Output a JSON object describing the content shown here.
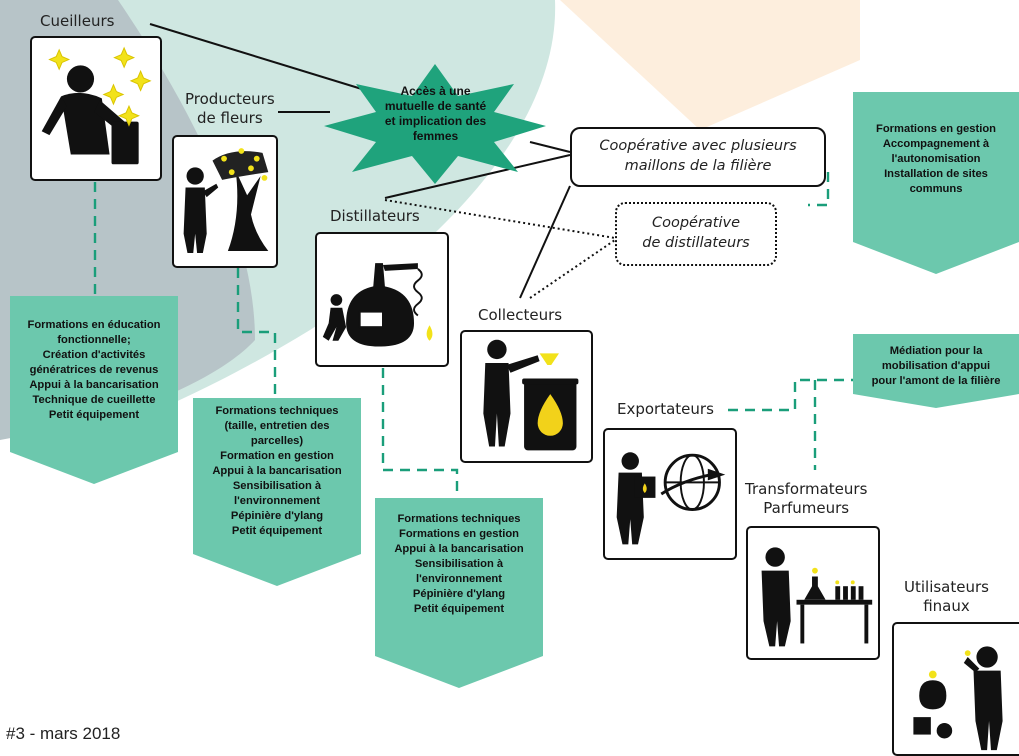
{
  "actors": {
    "cueilleurs": "Cueilleurs",
    "producteurs": [
      "Producteurs",
      "de fleurs"
    ],
    "distillateurs": "Distillateurs",
    "collecteurs": "Collecteurs",
    "exportateurs": "Exportateurs",
    "transformateurs": [
      "Transformateurs",
      "Parfumeurs"
    ],
    "utilisateurs": [
      "Utilisateurs",
      "finaux"
    ]
  },
  "star_text": [
    "Accès à une",
    "mutuelle de santé",
    "et implication des",
    "femmes"
  ],
  "coops": {
    "multi": [
      "Coopérative avec plusieurs",
      "maillons de la filière"
    ],
    "distil": [
      "Coopérative",
      "de distillateurs"
    ]
  },
  "supports": {
    "cueilleurs": [
      "Formations en éducation",
      "fonctionnelle;",
      "Création d'activités",
      "génératrices de revenus",
      "Appui à la bancarisation",
      "Technique de cueillette",
      "Petit équipement"
    ],
    "producteurs": [
      "Formations techniques",
      "(taille, entretien des",
      "parcelles)",
      "Formation en gestion",
      "Appui à la bancarisation",
      "Sensibilisation à",
      "l'environnement",
      "Pépinière d'ylang",
      "Petit équipement"
    ],
    "distillateurs": [
      "Formations techniques",
      "Formations en gestion",
      "Appui à la bancarisation",
      "Sensibilisation à",
      "l'environnement",
      "Pépinière d'ylang",
      "Petit équipement"
    ],
    "coop": [
      "Formations en gestion",
      "Accompagnement à",
      "l'autonomisation",
      "Installation de sites",
      "communs"
    ],
    "mediation": [
      "Médiation pour la",
      "mobilisation d'appui",
      "pour l'amont de la filière"
    ]
  },
  "footer": "#3 - mars 2018",
  "colors": {
    "teal": "#6cc8ad",
    "teal_dark": "#1a9e7a",
    "star": "#1fa37c",
    "blob": "#cfe7e1",
    "grey": "#b7c4c8",
    "orange": "#fdeedd"
  }
}
